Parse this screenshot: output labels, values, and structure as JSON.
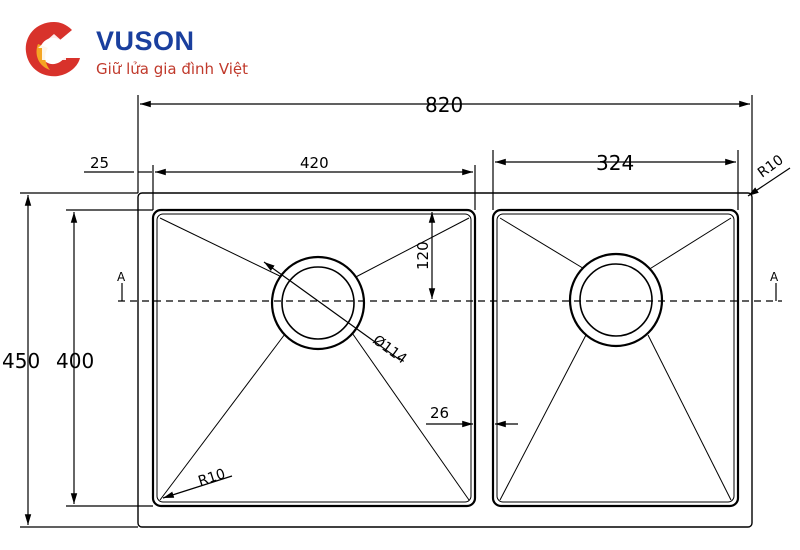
{
  "brand": {
    "name": "VUSON",
    "tagline": "Giữ lửa gia đình Việt",
    "colors": {
      "name": "#1a3f9e",
      "tagline": "#c0392b",
      "mark_red": "#d8322b",
      "mark_orange": "#f5a623"
    }
  },
  "dimensions": {
    "overall_width": "820",
    "left_bowl_width": "420",
    "right_bowl_width": "324",
    "edge_offset": "25",
    "overall_depth": "450",
    "bowl_depth": "400",
    "drain_offset": "120",
    "drain_diameter": "Ø114",
    "divider": "26",
    "corner_radius_outer": "R10",
    "corner_radius_inner": "R10",
    "section_marker": "A"
  }
}
